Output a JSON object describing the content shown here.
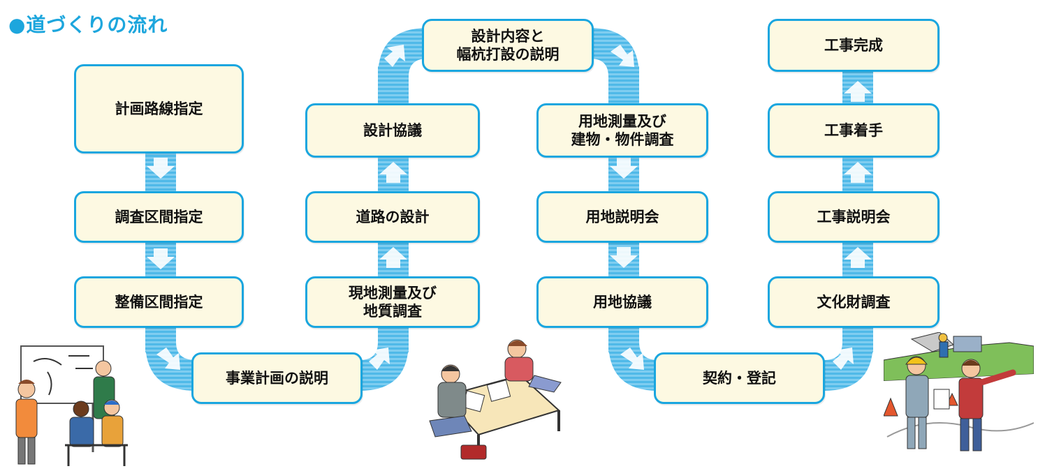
{
  "title": "●道づくりの流れ",
  "steps": {
    "s1": "計画路線指定",
    "s2": "調査区間指定",
    "s3": "整備区間指定",
    "s4": "事業計画の説明",
    "s5": "現地測量及び\n地質調査",
    "s6": "道路の設計",
    "s7": "設計協議",
    "s8": "設計内容と\n幅杭打設の説明",
    "s9": "用地測量及び\n建物・物件調査",
    "s10": "用地説明会",
    "s11": "用地協議",
    "s12": "契約・登記",
    "s13": "文化財調査",
    "s14": "工事説明会",
    "s15": "工事着手",
    "s16": "工事完成"
  },
  "colors": {
    "accent": "#1aa6df",
    "box_fill": "#fdf9e2",
    "band": "#8fd3f2"
  },
  "illustrations": [
    "meeting-illustration",
    "consultation-illustration",
    "construction-illustration"
  ]
}
